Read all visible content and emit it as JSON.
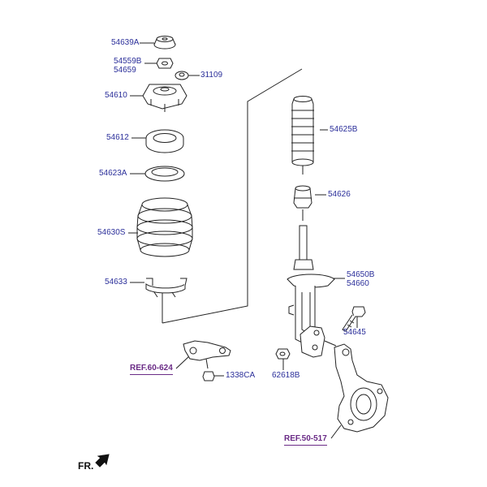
{
  "labels": {
    "p54639A": "54639A",
    "p54559B": "54559B",
    "p54659": "54659",
    "p31109": "31109",
    "p54610": "54610",
    "p54612": "54612",
    "p54623A": "54623A",
    "p54630S": "54630S",
    "p54633": "54633",
    "p54625B": "54625B",
    "p54626": "54626",
    "p54650B": "54650B",
    "p54660": "54660",
    "p54645": "54645",
    "p1338CA": "1338CA",
    "p62618B": "62618B"
  },
  "refs": {
    "ref60": "REF.60-624",
    "ref50": "REF.50-517"
  },
  "direction": {
    "label": "FR."
  },
  "colors": {
    "label_text": "#2b2f9a",
    "ref_text": "#6a2b86",
    "line": "#222222",
    "part_fill": "#ffffff"
  }
}
